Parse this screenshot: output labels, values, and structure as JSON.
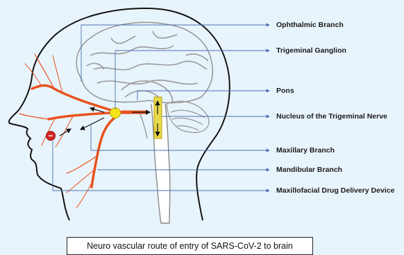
{
  "diagram": {
    "labels": [
      "Ophthalmic Branch",
      "Trigeminal Ganglion",
      "Pons",
      "Nucleus of the Trigeminal Nerve",
      "Maxillary Branch",
      "Mandibular Branch",
      "Maxillofacial Drug Delivery Device"
    ],
    "caption": "Neuro vascular route of entry of SARS-CoV-2 to brain"
  },
  "colors": {
    "background": "#e8f4fb",
    "nerve": "#e8521e",
    "ganglion": "#f3e21c",
    "nucleus": "#e9d84a",
    "device": "#d62727",
    "pointer": "#4a6fb0"
  }
}
